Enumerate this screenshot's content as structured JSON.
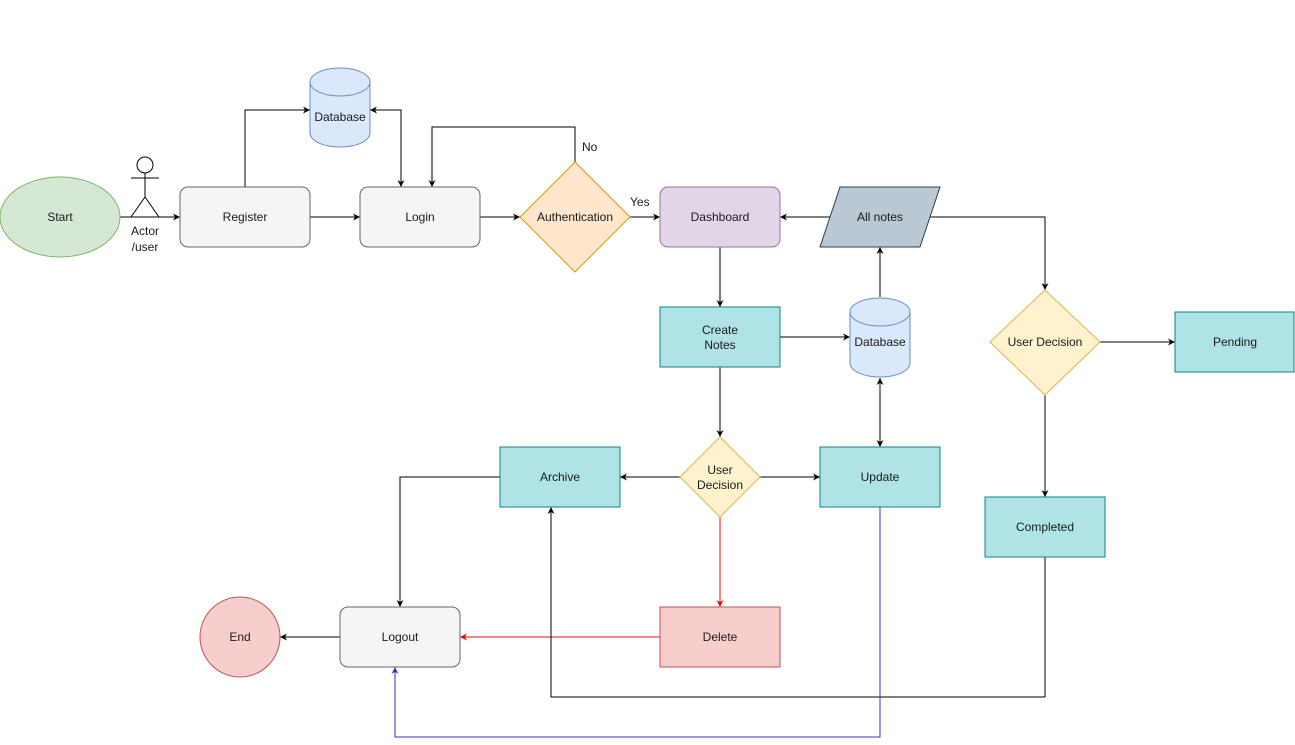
{
  "nodes": {
    "start": "Start",
    "actor_line1": "Actor",
    "actor_line2": "/user",
    "register": "Register",
    "database_top": "Database",
    "login": "Login",
    "authentication": "Authentication",
    "dashboard": "Dashboard",
    "all_notes": "All notes",
    "create_notes_line1": "Create",
    "create_notes_line2": "Notes",
    "database_mid": "Database",
    "user_decision_right": "User Decision",
    "pending": "Pending",
    "archive": "Archive",
    "user_decision_mid_line1": "User",
    "user_decision_mid_line2": "Decision",
    "update": "Update",
    "completed": "Completed",
    "end": "End",
    "logout": "Logout",
    "delete": "Delete"
  },
  "edge_labels": {
    "no": "No",
    "yes": "Yes"
  },
  "colors": {
    "green_fill": "#d5e8d4",
    "green_stroke": "#82b366",
    "gray_fill": "#f5f5f5",
    "gray_stroke": "#666666",
    "blue_fill": "#dae8fc",
    "blue_stroke": "#6c8ebf",
    "orange_fill": "#ffe6cc",
    "orange_stroke": "#d79b00",
    "purple_fill": "#e1d5e7",
    "purple_stroke": "#9673a6",
    "slate_fill": "#bac8d3",
    "slate_stroke": "#23445d",
    "teal_fill": "#b0e3e6",
    "teal_stroke": "#0e8088",
    "yellow_fill": "#fff2cc",
    "yellow_stroke": "#d6b656",
    "red_fill": "#f8cecc",
    "red_stroke": "#b85450",
    "red_edge": "#e01010",
    "blue_edge": "#3333cc"
  }
}
